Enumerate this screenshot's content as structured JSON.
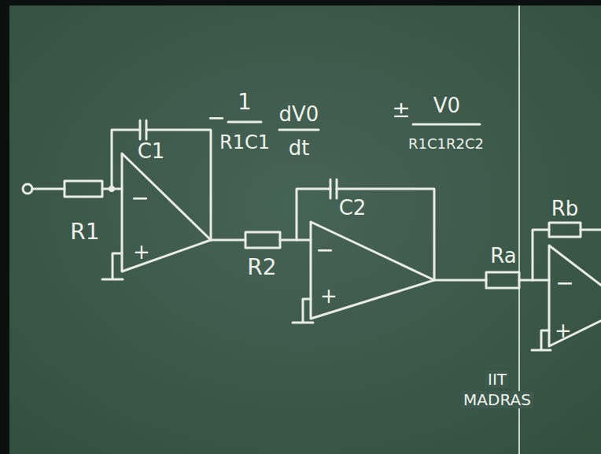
{
  "diagram": {
    "labels": [
      "R1",
      "C1",
      "R2",
      "C2",
      "Ra",
      "Rb",
      "−",
      "1",
      "R1C1",
      "dV0",
      "dt",
      "±",
      "V0",
      "R1C1R2C2",
      "−",
      "+",
      "−",
      "+",
      "−",
      "+",
      "IIT",
      "MADRAS"
    ]
  }
}
